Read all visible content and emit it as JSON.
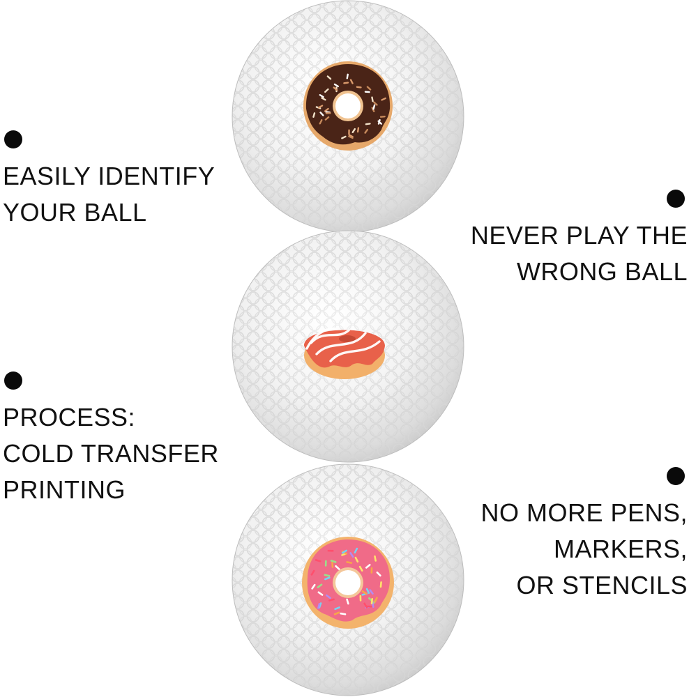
{
  "features": [
    {
      "lines": [
        "EASILY IDENTIFY",
        "YOUR BALL"
      ],
      "icon": "bullet-icon"
    },
    {
      "lines": [
        "NEVER PLAY THE",
        "WRONG BALL"
      ],
      "icon": "bullet-icon"
    },
    {
      "lines": [
        "PROCESS:",
        "COLD TRANSFER",
        "PRINTING"
      ],
      "icon": "bullet-icon"
    },
    {
      "lines": [
        "NO MORE PENS,",
        "MARKERS,",
        "OR STENCILS"
      ],
      "icon": "bullet-icon"
    }
  ],
  "balls": [
    {
      "icon": "chocolate-donut-icon",
      "frosting_color": "#4a2417",
      "dough_color": "#e6a86a"
    },
    {
      "icon": "glazed-donut-icon",
      "frosting_color": "#e8614a",
      "dough_color": "#f2b06a"
    },
    {
      "icon": "pink-sprinkle-donut-icon",
      "frosting_color": "#f06b88",
      "dough_color": "#f3b36c"
    }
  ],
  "colors": {
    "background": "#ffffff",
    "text": "#111111",
    "bullet": "#0a0a0a",
    "ball": "#f4f4f4"
  }
}
